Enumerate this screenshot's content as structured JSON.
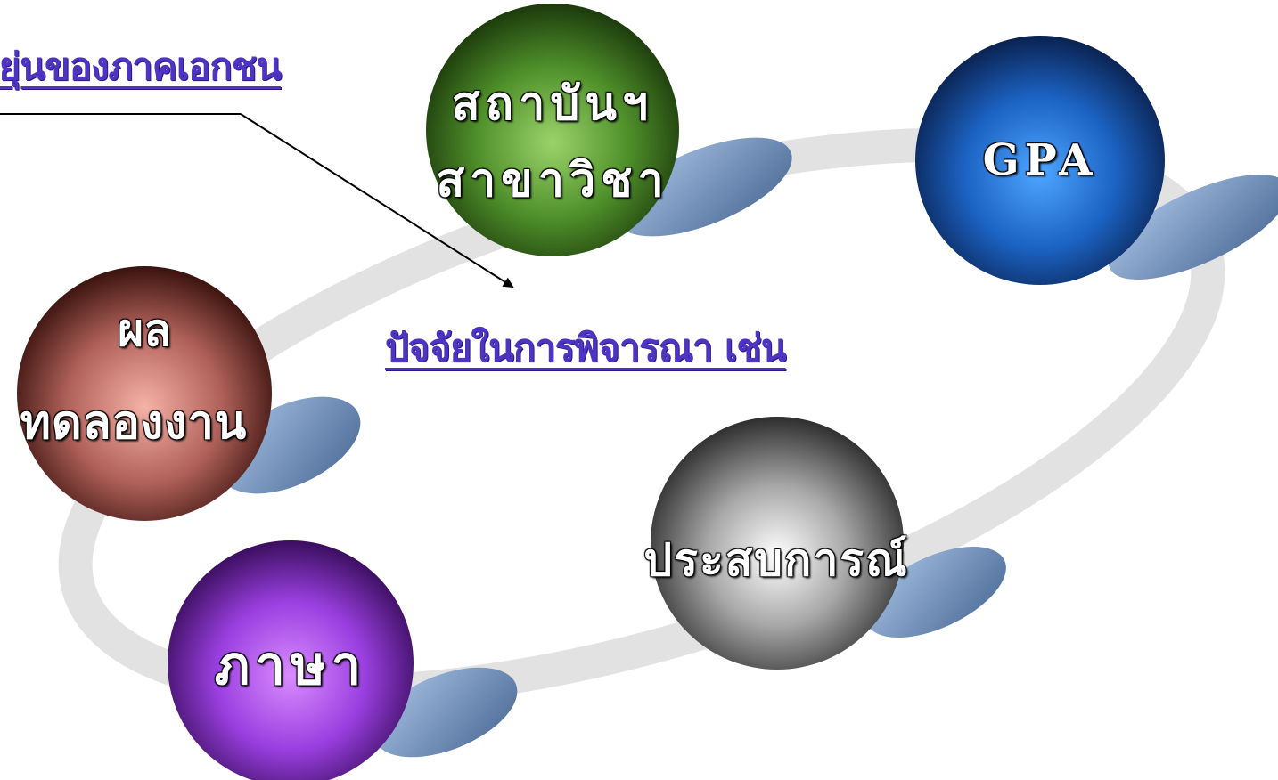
{
  "heading": "หยุ่นของภาคเอกชน",
  "subheading": "ปัจจัยในการพิจารณา เช่น",
  "nodes": {
    "institution": {
      "line1": "สถาบันฯ",
      "line2": "สาขาวิชา",
      "color": "#3f7a1f"
    },
    "gpa": {
      "label": "GPA",
      "color": "#1a5fb4"
    },
    "trial": {
      "line1": "ผล",
      "line2": "ทดลองงาน",
      "color": "#6b2a22"
    },
    "experience": {
      "label": "ประสบการณ์",
      "color": "#7a7a7a"
    },
    "language": {
      "label": "ภาษา",
      "color": "#8a2ecf"
    }
  },
  "colors": {
    "ring": "#dcdcdc",
    "shadow": "#6f8fb8",
    "text_accent": "#4f34c4"
  }
}
